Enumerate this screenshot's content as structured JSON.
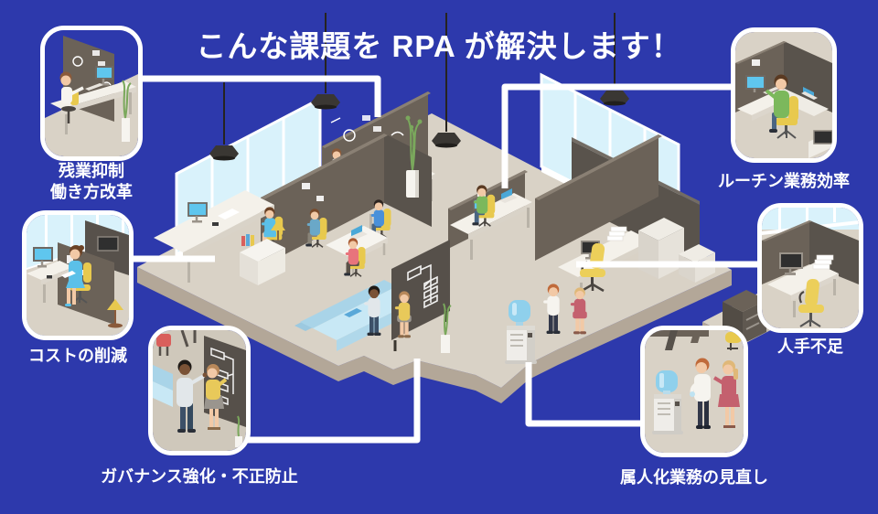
{
  "title": "こんな課題を RPA が解決します！",
  "colors": {
    "background": "#2D39AC",
    "connector": "#FFFFFF",
    "card_border": "#FFFFFF",
    "label_text": "#FFFFFF",
    "floor_top": "#D9D2C6",
    "floor_edge": "#B3A798",
    "partition": "#6B6258",
    "glass": "#D9F2FB",
    "desk": "#F4F1EA",
    "chair_yellow": "#E8C94E",
    "monitor_on": "#5FC6EE",
    "monitor_off": "#2F2F2F",
    "sofa": "#C8E8F5",
    "board": "#56504A",
    "plant": "#7AA85C",
    "lamp": "#3A3733",
    "water_bottle": "#8FD0EC"
  },
  "callouts": [
    {
      "id": "overtime",
      "label": "残業抑制\n働き方改革",
      "icon": "worker-at-desk-illustration"
    },
    {
      "id": "cost",
      "label": "コストの削減",
      "icon": "woman-reading-at-desk-illustration"
    },
    {
      "id": "governance",
      "label": "ガバナンス強化・不正防止",
      "icon": "flowchart-discussion-illustration"
    },
    {
      "id": "routine",
      "label": "ルーチン業務効率",
      "icon": "man-at-cubicle-illustration"
    },
    {
      "id": "labor",
      "label": "人手不足",
      "icon": "empty-chair-illustration"
    },
    {
      "id": "personalized",
      "label": "属人化業務の見直し",
      "icon": "water-cooler-chat-illustration"
    }
  ],
  "scene_elements": [
    "office-floor",
    "glass-wall",
    "partition-wall",
    "pendant-lamp",
    "desk",
    "office-chair",
    "computer-monitor",
    "laptop",
    "sofa",
    "flowchart-board",
    "water-cooler",
    "potted-plant",
    "cabinet",
    "office-worker"
  ]
}
